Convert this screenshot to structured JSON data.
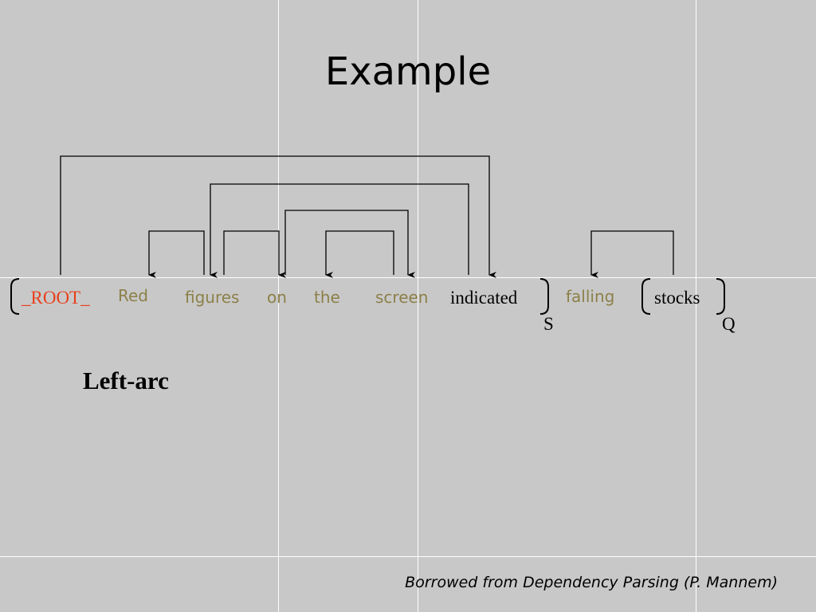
{
  "title": "Example",
  "words": [
    {
      "id": "root",
      "text": "_ROOT_"
    },
    {
      "id": "red",
      "text": "Red"
    },
    {
      "id": "figures",
      "text": "figures"
    },
    {
      "id": "on",
      "text": "on"
    },
    {
      "id": "the",
      "text": "the"
    },
    {
      "id": "screen",
      "text": "screen"
    },
    {
      "id": "indicated",
      "text": "indicated"
    },
    {
      "id": "falling",
      "text": "falling"
    },
    {
      "id": "stocks",
      "text": "stocks"
    }
  ],
  "stack_label": "S",
  "queue_label": "Q",
  "operation": "Left-arc",
  "credit": "Borrowed from Dependency Parsing (P. Mannem)",
  "arcs": [
    {
      "head": "root",
      "dependent": "indicated"
    },
    {
      "head": "indicated",
      "dependent": "figures"
    },
    {
      "head": "figures",
      "dependent": "red"
    },
    {
      "head": "figures",
      "dependent": "on"
    },
    {
      "head": "on",
      "dependent": "screen"
    },
    {
      "head": "screen",
      "dependent": "the"
    },
    {
      "head": "stocks",
      "dependent": "falling"
    }
  ],
  "colors": {
    "root": "#e8401c",
    "word_sans": "#8c8049",
    "word_serif": "#000000",
    "arc": "#000000",
    "background": "#c8c8c8"
  }
}
